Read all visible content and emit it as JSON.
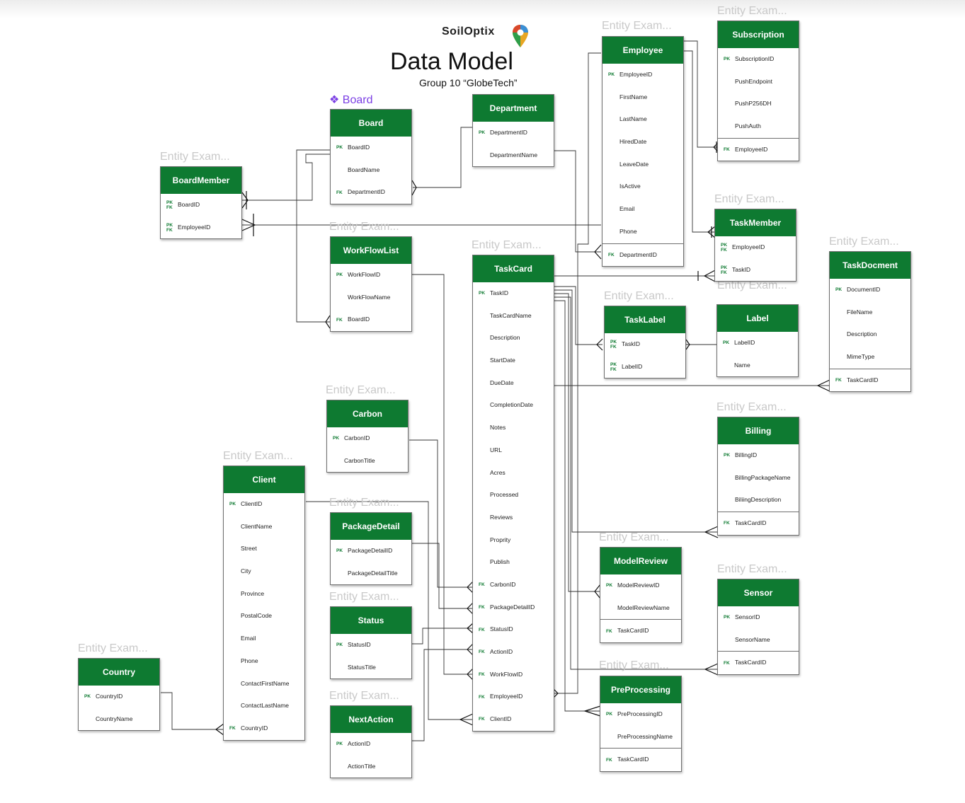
{
  "header": {
    "logo_text": "SoilOptix",
    "title": "Data Model",
    "subtitle": "Group 10 “GlobeTech”",
    "frame_label": "Board",
    "frame_icon": "diamond-cluster-icon"
  },
  "entity_placeholder": "Entity Exam...",
  "colors": {
    "header_green": "#0e7a31",
    "key_green": "#0e7a31",
    "frame_purple": "#7b3fe4",
    "line": "#111111"
  },
  "entities": {
    "subscription": {
      "title": "Subscription",
      "fields": [
        {
          "key": "PK",
          "name": "SubscriptionID"
        },
        {
          "key": "",
          "name": "PushEndpoint"
        },
        {
          "key": "",
          "name": "PushP256DH"
        },
        {
          "key": "",
          "name": "PushAuth"
        },
        {
          "key": "FK",
          "name": "EmployeeID"
        }
      ]
    },
    "employee": {
      "title": "Employee",
      "fields": [
        {
          "key": "PK",
          "name": "EmployeeID"
        },
        {
          "key": "",
          "name": "FirstName"
        },
        {
          "key": "",
          "name": "LastName"
        },
        {
          "key": "",
          "name": "HiredDate"
        },
        {
          "key": "",
          "name": "LeaveDate"
        },
        {
          "key": "",
          "name": "IsActive"
        },
        {
          "key": "",
          "name": "Email"
        },
        {
          "key": "",
          "name": "Phone"
        },
        {
          "key": "FK",
          "name": "DepartmentID"
        }
      ]
    },
    "department": {
      "title": "Department",
      "fields": [
        {
          "key": "PK",
          "name": "DepartmentID"
        },
        {
          "key": "",
          "name": "DepartmentName"
        }
      ]
    },
    "board": {
      "title": "Board",
      "fields": [
        {
          "key": "PK",
          "name": "BoardID"
        },
        {
          "key": "",
          "name": "BoardName"
        },
        {
          "key": "FK",
          "name": "DepartmentID"
        }
      ]
    },
    "boardmember": {
      "title": "BoardMember",
      "fields": [
        {
          "key": "PK FK",
          "name": "BoardID"
        },
        {
          "key": "PK FK",
          "name": "EmployeeID"
        }
      ]
    },
    "workflowlist": {
      "title": "WorkFlowList",
      "fields": [
        {
          "key": "PK",
          "name": "WorkFlowID"
        },
        {
          "key": "",
          "name": "WorkFlowName"
        },
        {
          "key": "FK",
          "name": "BoardID"
        }
      ]
    },
    "taskmember": {
      "title": "TaskMember",
      "fields": [
        {
          "key": "PK FK",
          "name": "EmployeeID"
        },
        {
          "key": "PK FK",
          "name": "TaskID"
        }
      ]
    },
    "taskcard": {
      "title": "TaskCard",
      "fields": [
        {
          "key": "PK",
          "name": "TaskID"
        },
        {
          "key": "",
          "name": "TaskCardName"
        },
        {
          "key": "",
          "name": "Description"
        },
        {
          "key": "",
          "name": "StartDate"
        },
        {
          "key": "",
          "name": "DueDate"
        },
        {
          "key": "",
          "name": "CompletionDate"
        },
        {
          "key": "",
          "name": "Notes"
        },
        {
          "key": "",
          "name": "URL"
        },
        {
          "key": "",
          "name": "Acres"
        },
        {
          "key": "",
          "name": "Processed"
        },
        {
          "key": "",
          "name": "Reviews"
        },
        {
          "key": "",
          "name": "Proprity"
        },
        {
          "key": "",
          "name": "Publish"
        },
        {
          "key": "FK",
          "name": "CarbonID"
        },
        {
          "key": "FK",
          "name": "PackageDetailID"
        },
        {
          "key": "FK",
          "name": "StatusID"
        },
        {
          "key": "FK",
          "name": "ActionID"
        },
        {
          "key": "FK",
          "name": "WorkFlowID"
        },
        {
          "key": "FK",
          "name": "EmployeeID"
        },
        {
          "key": "FK",
          "name": "ClientID"
        }
      ]
    },
    "taskdocument": {
      "title": "TaskDocment",
      "fields": [
        {
          "key": "PK",
          "name": "DocumentID"
        },
        {
          "key": "",
          "name": "FileName"
        },
        {
          "key": "",
          "name": "Description"
        },
        {
          "key": "",
          "name": "MimeType"
        },
        {
          "key": "FK",
          "name": "TaskCardID"
        }
      ]
    },
    "tasklabel": {
      "title": "TaskLabel",
      "fields": [
        {
          "key": "PK FK",
          "name": "TaskID"
        },
        {
          "key": "PK FK",
          "name": "LabelID"
        }
      ]
    },
    "label": {
      "title": "Label",
      "fields": [
        {
          "key": "PK",
          "name": "LabelID"
        },
        {
          "key": "",
          "name": "Name"
        }
      ]
    },
    "carbon": {
      "title": "Carbon",
      "fields": [
        {
          "key": "PK",
          "name": "CarbonID"
        },
        {
          "key": "",
          "name": "CarbonTitle"
        }
      ]
    },
    "billing": {
      "title": "Billing",
      "fields": [
        {
          "key": "PK",
          "name": "BillingID"
        },
        {
          "key": "",
          "name": "BillingPackageName"
        },
        {
          "key": "",
          "name": "BiliingDescription"
        },
        {
          "key": "FK",
          "name": "TaskCardID"
        }
      ]
    },
    "client": {
      "title": "Client",
      "fields": [
        {
          "key": "PK",
          "name": "ClientID"
        },
        {
          "key": "",
          "name": "ClientName"
        },
        {
          "key": "",
          "name": "Street"
        },
        {
          "key": "",
          "name": "City"
        },
        {
          "key": "",
          "name": "Province"
        },
        {
          "key": "",
          "name": "PostalCode"
        },
        {
          "key": "",
          "name": "Email"
        },
        {
          "key": "",
          "name": "Phone"
        },
        {
          "key": "",
          "name": "ContactFirstName"
        },
        {
          "key": "",
          "name": "ContactLastName"
        },
        {
          "key": "FK",
          "name": "CountryID"
        }
      ]
    },
    "packagedetail": {
      "title": "PackageDetail",
      "fields": [
        {
          "key": "PK",
          "name": "PackageDetailID"
        },
        {
          "key": "",
          "name": "PackageDetailTitle"
        }
      ]
    },
    "modelreview": {
      "title": "ModelReview",
      "fields": [
        {
          "key": "PK",
          "name": "ModelReviewID"
        },
        {
          "key": "",
          "name": "ModelReviewName"
        },
        {
          "key": "FK",
          "name": "TaskCardID"
        }
      ]
    },
    "status": {
      "title": "Status",
      "fields": [
        {
          "key": "PK",
          "name": "StatusID"
        },
        {
          "key": "",
          "name": "StatusTitle"
        }
      ]
    },
    "sensor": {
      "title": "Sensor",
      "fields": [
        {
          "key": "PK",
          "name": "SensorID"
        },
        {
          "key": "",
          "name": "SensorName"
        },
        {
          "key": "FK",
          "name": "TaskCardID"
        }
      ]
    },
    "country": {
      "title": "Country",
      "fields": [
        {
          "key": "PK",
          "name": "CountryID"
        },
        {
          "key": "",
          "name": "CountryName"
        }
      ]
    },
    "preprocessing": {
      "title": "PreProcessing",
      "fields": [
        {
          "key": "PK",
          "name": "PreProcessingID"
        },
        {
          "key": "",
          "name": "PreProcessingName"
        },
        {
          "key": "FK",
          "name": "TaskCardID"
        }
      ]
    },
    "nextaction": {
      "title": "NextAction",
      "fields": [
        {
          "key": "PK",
          "name": "ActionID"
        },
        {
          "key": "",
          "name": "ActionTitle"
        }
      ]
    }
  }
}
